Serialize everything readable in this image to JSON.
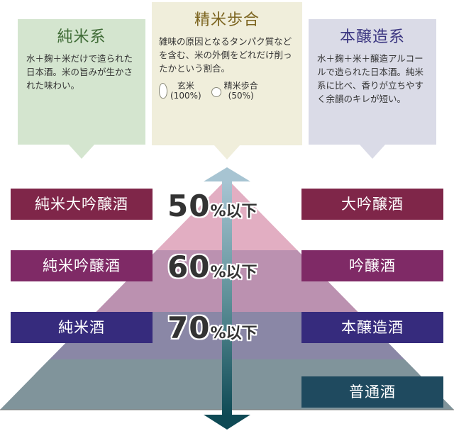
{
  "cards": {
    "junmai": {
      "title": "純米系",
      "body": "水＋麹＋米だけで造られた日本酒。米の旨みが生かされた味わい。",
      "color": "#d4e5cf"
    },
    "seimai": {
      "title": "精米歩合",
      "body": "雑味の原因となるタンパク質などを含む、米の外側をどれだけ削ったかという割合。",
      "legend": [
        {
          "icon": "brown-rice-grain-icon",
          "label": "玄米",
          "value": "(100%)"
        },
        {
          "icon": "polished-rice-grain-icon",
          "label": "精米歩合",
          "value": "(50%)"
        }
      ],
      "color": "#f0eedb"
    },
    "honjozo": {
      "title": "本醸造系",
      "body": "水＋麹＋米＋醸造アルコールで造られた日本酒。純米系に比べ、香りが立ちやすく余韻のキレが短い。",
      "color": "#dadbe7"
    }
  },
  "tiers": [
    {
      "left": "純米大吟醸酒",
      "right": "大吟醸酒",
      "pct_num": "50",
      "pct_suffix": "%以下",
      "tag_color": "#7f2649",
      "band_color": "#e2aec2"
    },
    {
      "left": "純米吟醸酒",
      "right": "吟醸酒",
      "pct_num": "60",
      "pct_suffix": "%以下",
      "tag_color": "#7f2a66",
      "band_color": "#bb91b0"
    },
    {
      "left": "純米酒",
      "right": "本醸造酒",
      "pct_num": "70",
      "pct_suffix": "%以下",
      "tag_color": "#362b7d",
      "band_color": "#8a87a6"
    },
    {
      "left": "",
      "right": "普通酒",
      "pct_num": "",
      "pct_suffix": "",
      "tag_color": "#1f4a5f",
      "band_color": "#80949b"
    }
  ]
}
